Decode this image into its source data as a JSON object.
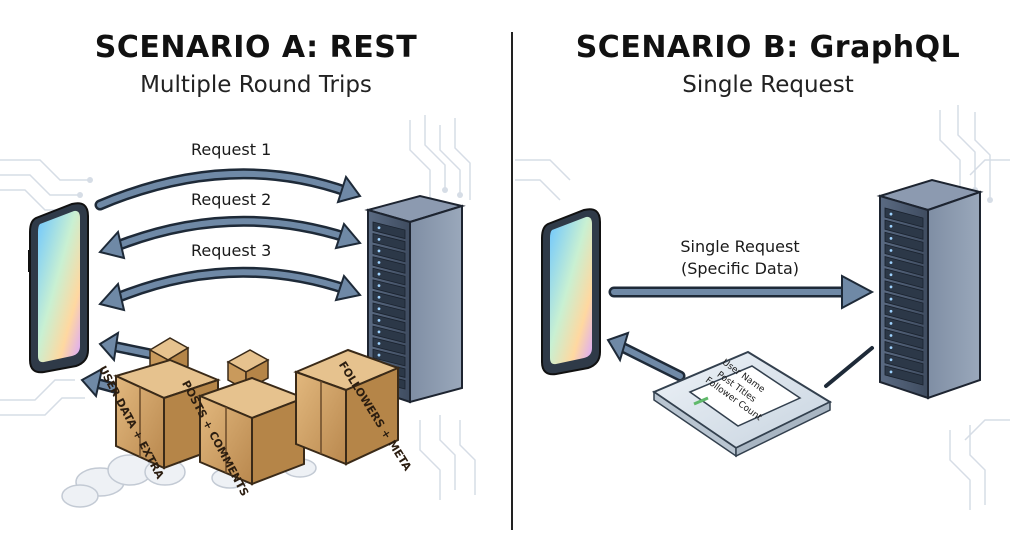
{
  "scenario_a": {
    "title": "SCENARIO A: REST",
    "subtitle": "Multiple Round Trips",
    "requests": [
      "Request 1",
      "Request 2",
      "Request 3"
    ],
    "boxes": [
      "USER DATA + EXTRA",
      "POSTS + COMMENTS",
      "FOLLOWERS + META"
    ]
  },
  "scenario_b": {
    "title": "SCENARIO B: GraphQL",
    "subtitle": "Single Request",
    "request_label_1": "Single Request",
    "request_label_2": "(Specific Data)",
    "package_lines": [
      "User Name",
      "Post Titles",
      "Follower Count"
    ]
  },
  "colors": {
    "arrow": "#6f89a6",
    "arrow_stroke": "#1e2a38",
    "server": "#4a5a70",
    "box": "#d4a46a",
    "circuit": "#d6dde6"
  }
}
